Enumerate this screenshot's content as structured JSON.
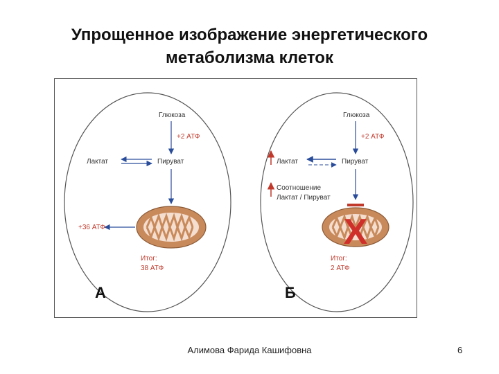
{
  "slide": {
    "title_line1": "Упрощенное изображение энергетического",
    "title_line2": "метаболизма клеток",
    "author": "Алимова Фарида Кашифовна",
    "page_number": "6"
  },
  "panel_a": {
    "glucose": "Глюкоза",
    "atp_glycolysis": "+2 АТФ",
    "lactate": "Лактат",
    "pyruvate": "Пируват",
    "atp_oxidative": "+36 АТФ",
    "total_line1": "Итог:",
    "total_line2": "38 АТФ",
    "letter": "А"
  },
  "panel_b": {
    "glucose": "Глюкоза",
    "atp_glycolysis": "+2 АТФ",
    "lactate": "Лактат",
    "pyruvate": "Пируват",
    "ratio_line1": "Соотношение",
    "ratio_line2": "Лактат / Пируват",
    "block_mark": "X",
    "total_line1": "Итог:",
    "total_line2": "2 АТФ",
    "letter": "Б"
  },
  "colors": {
    "arrow_blue": "#2a4d9b",
    "accent_red": "#c0392b",
    "mitochondria_fill": "#c98a5b",
    "cell_outline": "#555555"
  }
}
